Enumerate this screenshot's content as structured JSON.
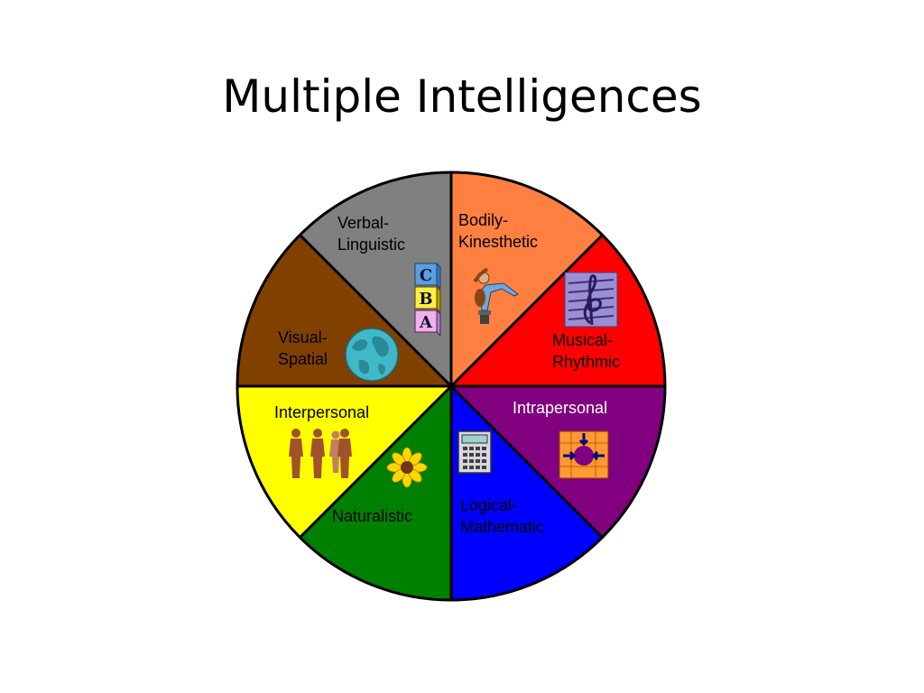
{
  "slide": {
    "title": "Multiple Intelligences"
  },
  "wheel": {
    "segments": [
      {
        "id": "bodily-kinesthetic",
        "lines": [
          "Bodily-",
          "Kinesthetic"
        ],
        "color": "#FF8040",
        "text_color": "#000000",
        "icon": "gymnast-icon"
      },
      {
        "id": "musical-rhythmic",
        "lines": [
          "Musical-",
          "Rhythmic"
        ],
        "color": "#FF0000",
        "text_color": "#000000",
        "icon": "music-staff-icon"
      },
      {
        "id": "intrapersonal",
        "lines": [
          "Intrapersonal"
        ],
        "color": "#800080",
        "text_color": "#FFFFFF",
        "icon": "self-reflection-icon"
      },
      {
        "id": "logical-mathematic",
        "lines": [
          "Logical-",
          "Mathematic"
        ],
        "color": "#0000FF",
        "text_color": "#000000",
        "icon": "calculator-icon"
      },
      {
        "id": "naturalistic",
        "lines": [
          "Naturalistic"
        ],
        "color": "#008000",
        "text_color": "#000000",
        "icon": "sunflower-icon"
      },
      {
        "id": "interpersonal",
        "lines": [
          "Interpersonal"
        ],
        "color": "#FFFF00",
        "text_color": "#000000",
        "icon": "people-group-icon"
      },
      {
        "id": "visual-spatial",
        "lines": [
          "Visual-",
          "Spatial"
        ],
        "color": "#804000",
        "text_color": "#000000",
        "icon": "globe-icon"
      },
      {
        "id": "verbal-linguistic",
        "lines": [
          "Verbal-",
          "Linguistic"
        ],
        "color": "#808080",
        "text_color": "#000000",
        "icon": "abc-blocks-icon"
      }
    ],
    "blocks": [
      "C",
      "B",
      "A"
    ]
  }
}
